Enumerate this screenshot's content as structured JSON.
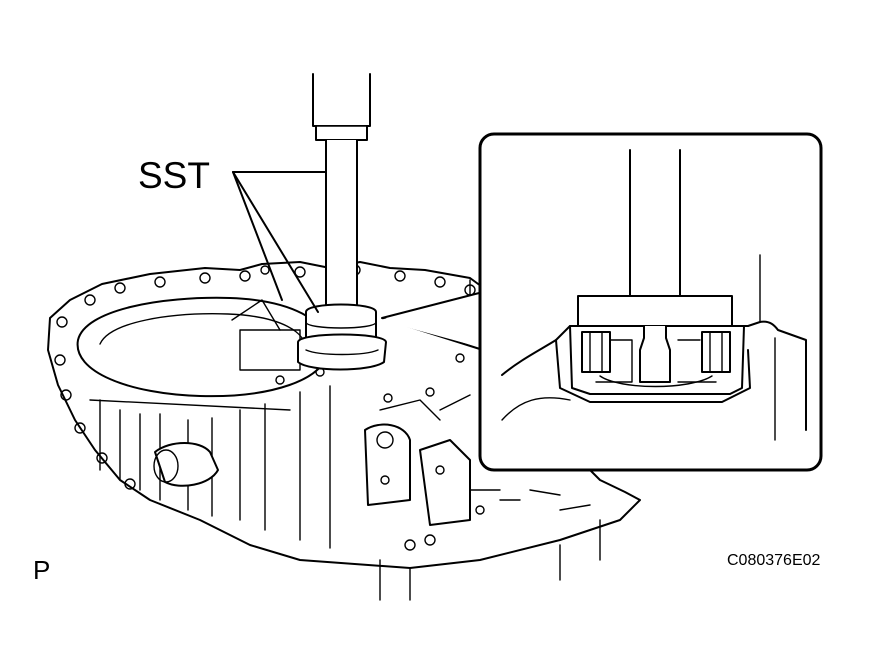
{
  "labels": {
    "tool": "SST",
    "view_code": "P",
    "figure_id": "C080376E02"
  },
  "colors": {
    "line": "#000000",
    "background": "#ffffff"
  }
}
